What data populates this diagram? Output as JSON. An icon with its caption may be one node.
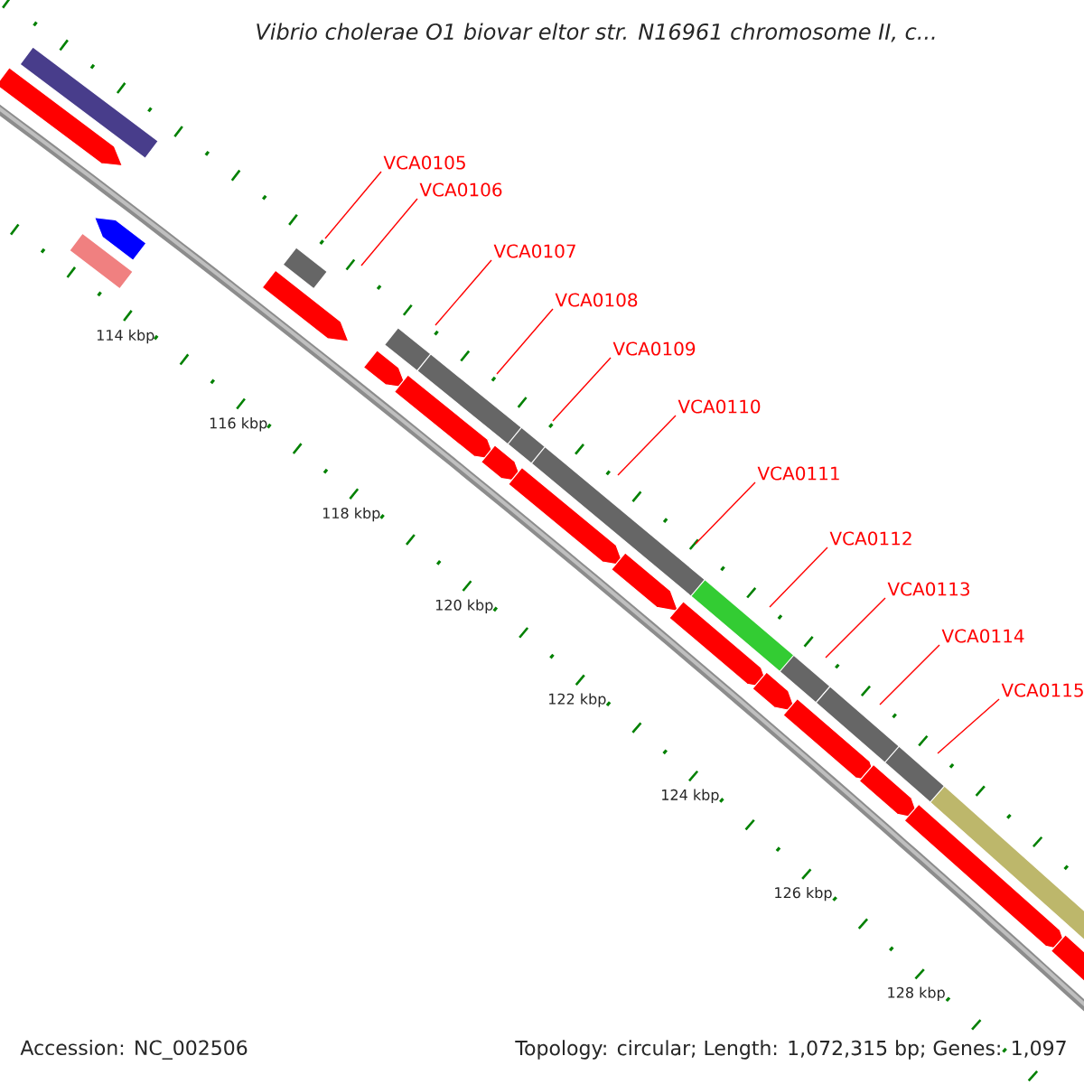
{
  "diagram": {
    "title": "Vibrio cholerae O1 biovar eltor str. N16961 chromosome II, c...",
    "nodes": [
      {
        "text": [
          "VCA0105"
        ]
      },
      {
        "text": [
          "VCA0106"
        ]
      },
      {
        "text": [
          "VCA0107"
        ]
      },
      {
        "text": [
          "VCA0108"
        ]
      },
      {
        "text": [
          "VCA0109"
        ]
      },
      {
        "text": [
          "VCA0110"
        ]
      },
      {
        "text": [
          "VCA0111"
        ]
      },
      {
        "text": [
          "VCA0112"
        ]
      },
      {
        "text": [
          "VCA0113"
        ]
      },
      {
        "text": [
          "VCA0114"
        ]
      },
      {
        "text": [
          "VCA0115"
        ]
      }
    ],
    "edges": [
      {
        "from": 0,
        "to": null,
        "arrow": "none"
      },
      {
        "from": 1,
        "to": null,
        "arrow": "none"
      },
      {
        "from": 2,
        "to": null,
        "arrow": "none"
      },
      {
        "from": 3,
        "to": null,
        "arrow": "none"
      },
      {
        "from": 4,
        "to": null,
        "arrow": "none"
      },
      {
        "from": 5,
        "to": null,
        "arrow": "none"
      },
      {
        "from": 6,
        "to": null,
        "arrow": "none"
      },
      {
        "from": 7,
        "to": null,
        "arrow": "none"
      },
      {
        "from": 8,
        "to": null,
        "arrow": "none"
      },
      {
        "from": 9,
        "to": null,
        "arrow": "none"
      },
      {
        "from": 10,
        "to": null,
        "arrow": "none"
      }
    ],
    "labels": [
      "114 kbp",
      "116 kbp",
      "118 kbp",
      "120 kbp",
      "122 kbp",
      "124 kbp",
      "126 kbp",
      "128 kbp",
      "Accession: NC_002506",
      "Topology: circular; Length: 1,072,315 bp; Genes: 1,097"
    ]
  }
}
